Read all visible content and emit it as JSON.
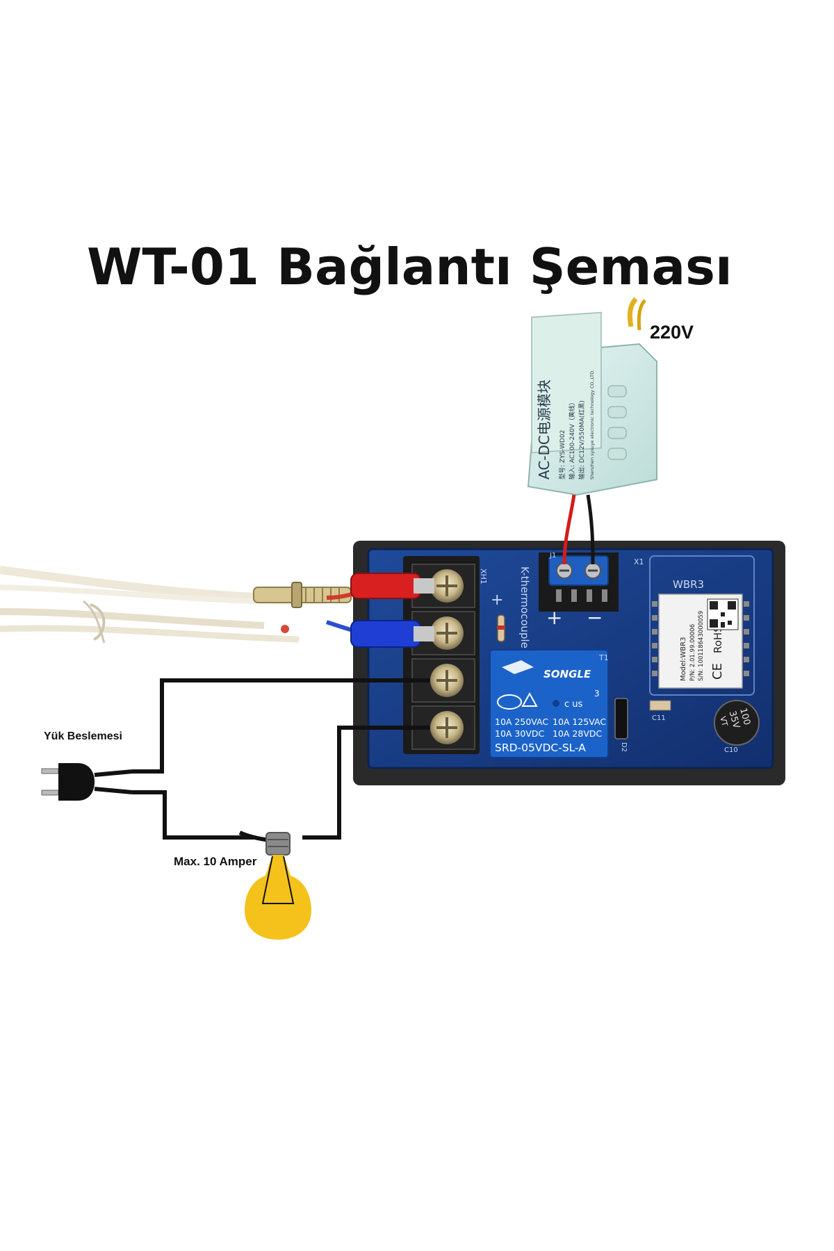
{
  "title": "WT-01 Bağlantı Şeması",
  "labels": {
    "supply_voltage": "220V",
    "load_supply": "Yük Beslemesi",
    "max_current": "Max. 10 Amper"
  },
  "psu_module": {
    "name": "AC-DC电源模块",
    "model_line": "型号: ZYS-WD02",
    "input_line": "输入: AC100-240V（黄线）",
    "output_line": "输出: DC12V/550MA(红黑)",
    "maker_line": "Shenzhen sysuye electronic technology CO.,LTD."
  },
  "board": {
    "connector_xh1": "XH1",
    "connector_x1": "X1",
    "sensor_label": "K-thermocouple",
    "plus": "+",
    "minus": "−",
    "relay": {
      "brand": "SONGLE",
      "rating_left_1": "10A 250VAC",
      "rating_left_2": "10A  30VDC",
      "rating_right_1": "10A 125VAC",
      "rating_right_2": "10A  28VDC",
      "model": "SRD-05VDC-SL-A",
      "ul_mark": "c   us",
      "number": "3"
    },
    "wifi_module": {
      "name": "WBR3",
      "model": "Model:WBR3",
      "pn": "P/N: 2.01.99.00006",
      "sn": "S/N: 100118643000059",
      "ce": "CE",
      "rohs": "RoHS"
    },
    "capacitor": {
      "value": "100",
      "voltage": "35V",
      "mark": "VT"
    },
    "silk": {
      "t1": "T1",
      "d2": "D2",
      "c11": "C11",
      "c10": "C10",
      "j1": "J1"
    }
  },
  "colors": {
    "board_blue": "#183f8a",
    "wire": "#111111",
    "bulb": "#f5c21c",
    "relay_blue": "#1c63c9",
    "psu_body": "#d8eeec"
  }
}
